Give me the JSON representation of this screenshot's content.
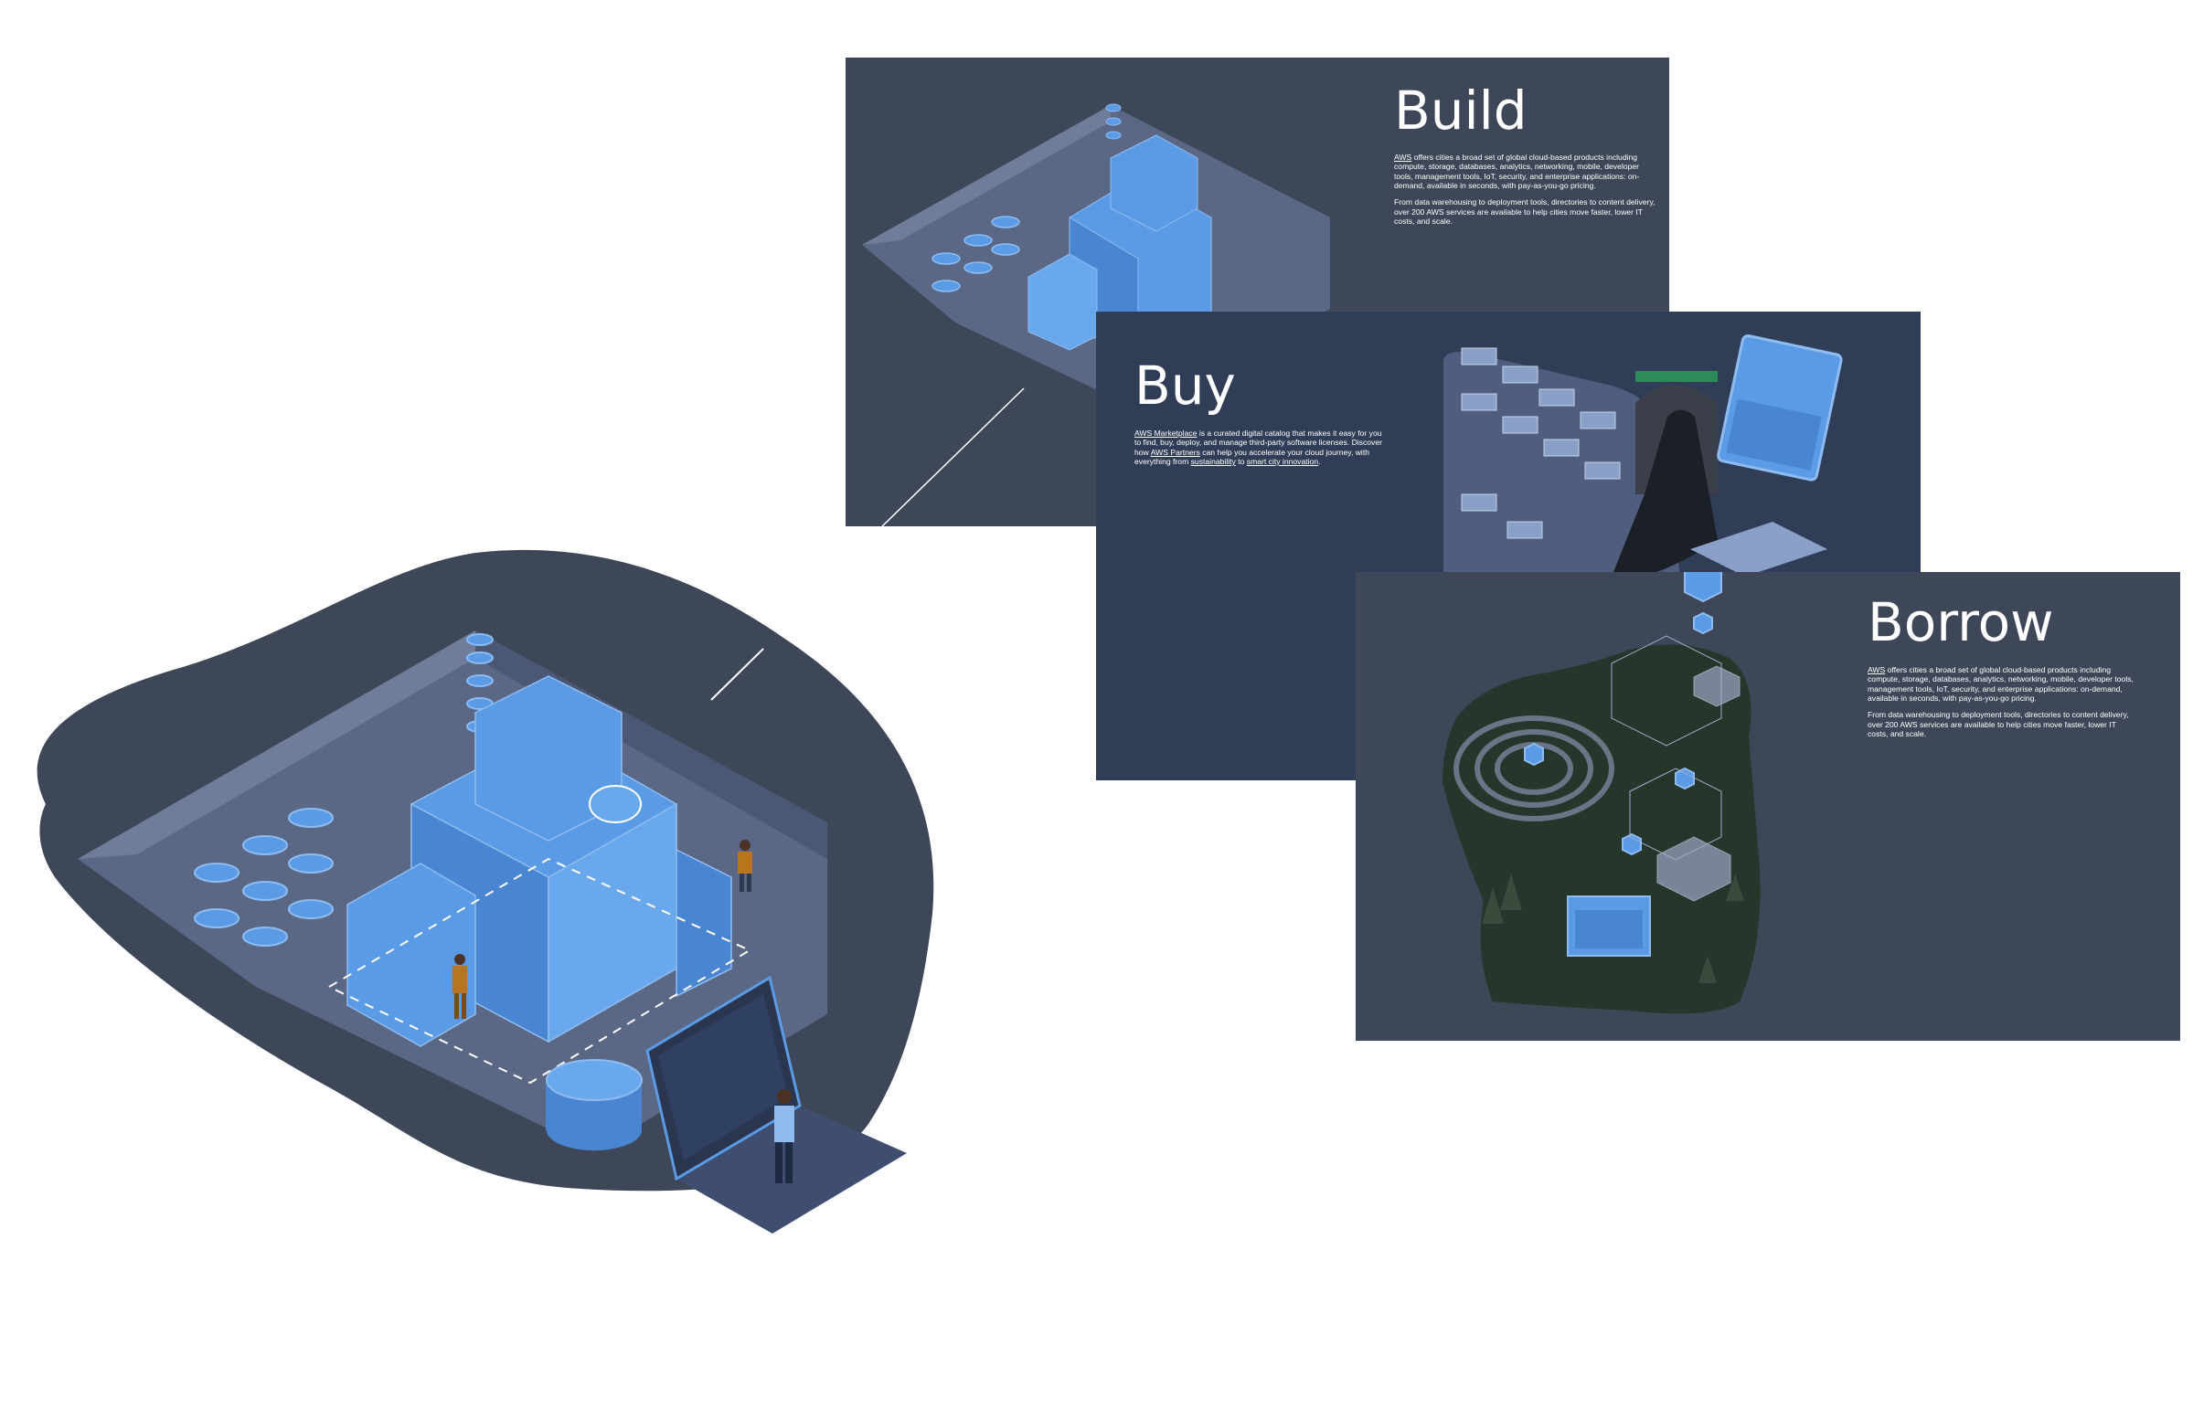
{
  "panels": {
    "build": {
      "title": "Build",
      "para1_link": "AWS",
      "para1_text": " offers cities a broad set of global cloud-based products including compute, storage, databases, analytics, networking, mobile, developer tools, management tools, IoT, security, and enterprise applications: on-demand, available in seconds, with pay-as-you-go pricing.",
      "para2": "From data warehousing to deployment tools, directories to content delivery, over 200 AWS services are available to help cities move faster, lower IT costs, and scale."
    },
    "buy": {
      "title": "Buy",
      "link_marketplace": "AWS Marketplace",
      "text1": " is a curated digital catalog that makes it easy for you to find, buy, deploy, and manage third-party software licenses. Discover how ",
      "link_partners": "AWS Partners",
      "text2": " can help you accelerate your cloud journey, with everything from ",
      "link_sustainability": "sustainability",
      "text3": "  to ",
      "link_innovation": "smart city innovation",
      "text4": "."
    },
    "borrow": {
      "title": "Borrow",
      "para1_link": "AWS",
      "para1_text": " offers cities a broad set of global cloud-based products including compute, storage, databases, analytics, networking, mobile, developer tools, management tools, IoT, security, and enterprise applications: on-demand, available in seconds, with pay-as-you-go pricing.",
      "para2": "From data warehousing to deployment tools, directories to content delivery, over 200 AWS services are available to help cities move faster, lower IT costs, and scale."
    }
  },
  "colors": {
    "panel_slate": "#3d4757",
    "panel_navy": "#303d56",
    "blob": "#3d4757",
    "cube_blue": "#5b9be6",
    "forest": "#26362a",
    "text": "#ffffff"
  },
  "icons": [
    "laptop-icon",
    "database-icon",
    "cloud-icon",
    "tunnel-icon",
    "tablet-icon",
    "maze-icon",
    "tree-icon",
    "person-icon"
  ]
}
